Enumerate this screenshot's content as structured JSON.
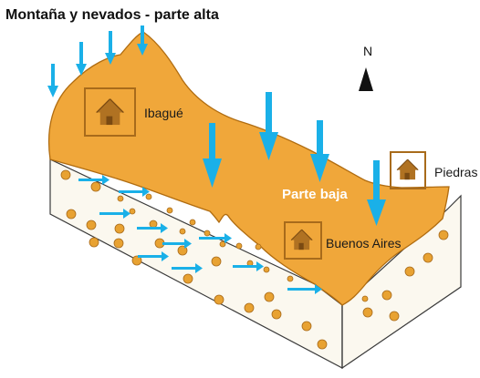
{
  "title": "Montaña y nevados - parte alta",
  "compass": {
    "label": "N"
  },
  "labels": {
    "ibague": "Ibagué",
    "piedras": "Piedras",
    "parte_baja": "Parte baja",
    "buenos_aires": "Buenos Aires"
  },
  "colors": {
    "terrain": "#f0a73a",
    "terrain_edge": "#b06c10",
    "soil": "#fbf8ef",
    "pebble": "#e8a232",
    "water_arrow": "#1ab0e8",
    "house_box": "#a86b1b",
    "house": "#b07222"
  },
  "icons": [
    "house-icon",
    "rain-arrow-icon",
    "flow-arrow-icon",
    "north-arrow-icon",
    "pebble-icon"
  ]
}
